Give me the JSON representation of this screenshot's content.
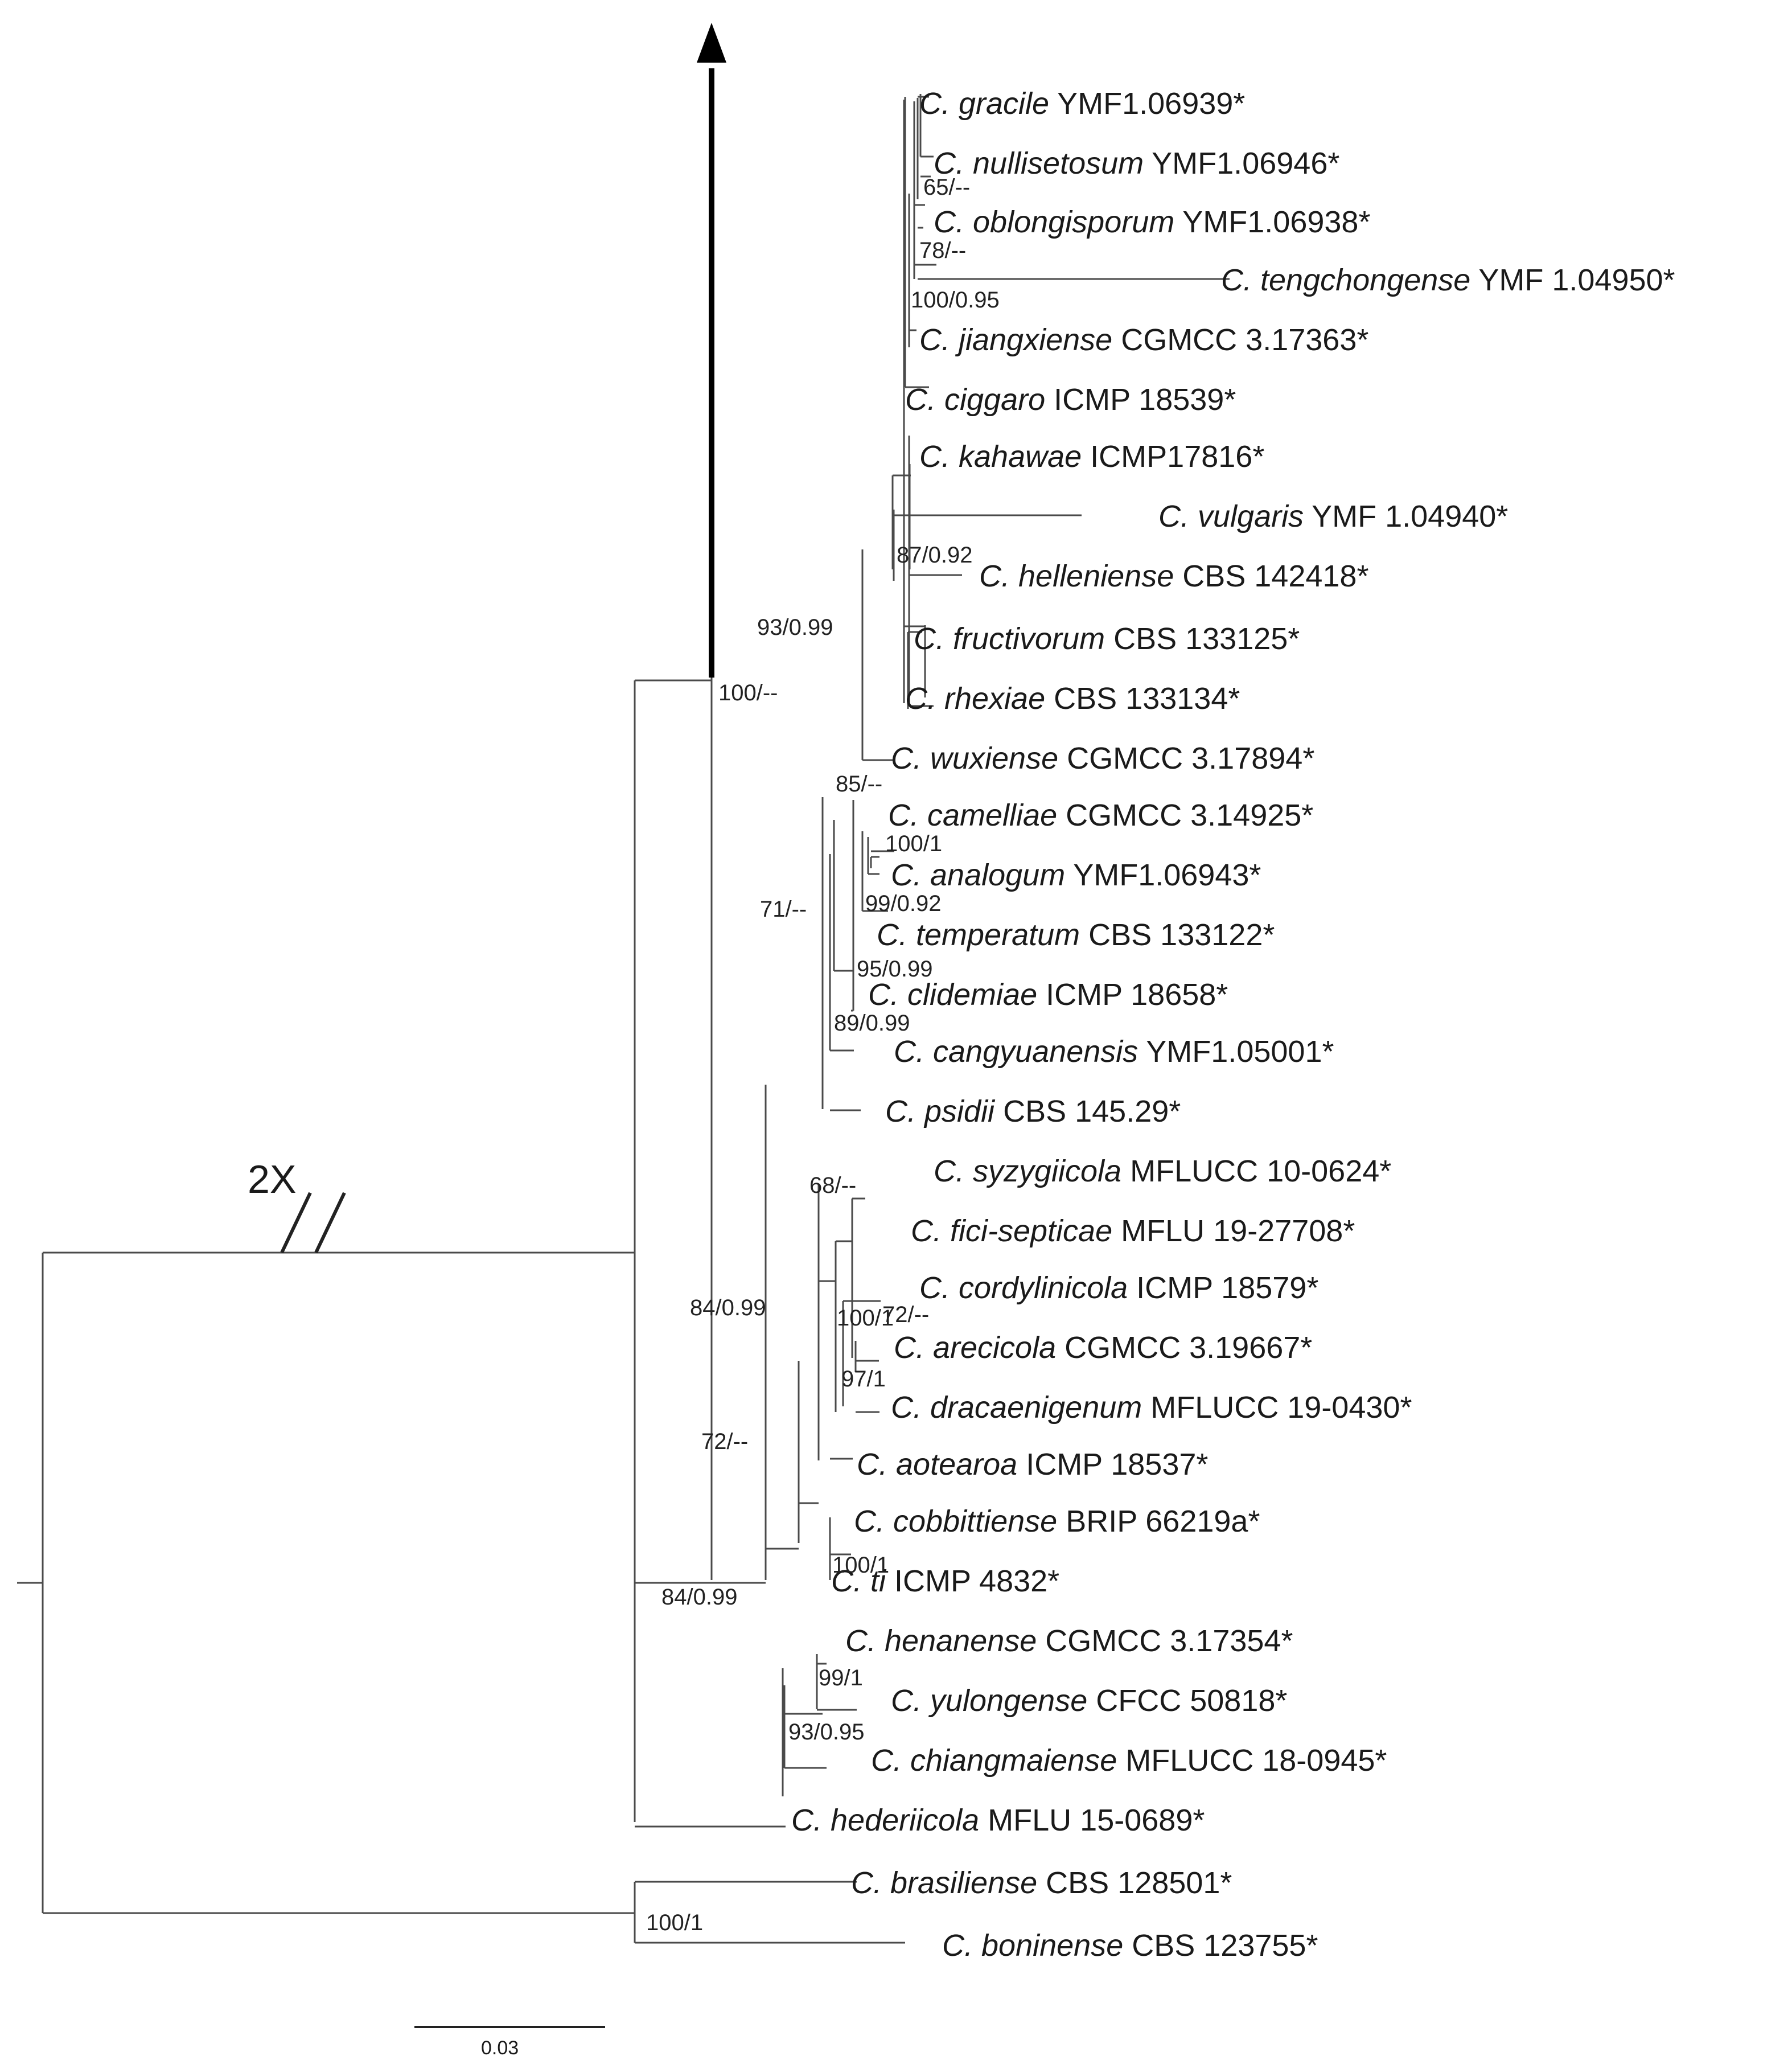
{
  "figure": {
    "break_label": "2X",
    "scale_bar_label": "0.03"
  },
  "colors": {
    "branch": "#4a4a4a",
    "text": "#1a1a1a",
    "arrow": "#000000"
  },
  "taxa": [
    {
      "genus": "C. gracile",
      "strain": "YMF1.06939*"
    },
    {
      "genus": "C. nullisetosum",
      "strain": "YMF1.06946*"
    },
    {
      "genus": "C. oblongisporum",
      "strain": "YMF1.06938*"
    },
    {
      "genus": "C. tengchongense",
      "strain": "YMF 1.04950*"
    },
    {
      "genus": "C. jiangxiense",
      "strain": "CGMCC 3.17363*"
    },
    {
      "genus": "C. ciggaro",
      "strain": "ICMP 18539*"
    },
    {
      "genus": "C. kahawae",
      "strain": "ICMP17816*"
    },
    {
      "genus": "C. vulgaris",
      "strain": "YMF 1.04940*"
    },
    {
      "genus": "C. helleniense",
      "strain": "CBS 142418*"
    },
    {
      "genus": "C. fructivorum",
      "strain": "CBS 133125*"
    },
    {
      "genus": "C. rhexiae",
      "strain": "CBS 133134*"
    },
    {
      "genus": "C. wuxiense",
      "strain": "CGMCC 3.17894*"
    },
    {
      "genus": "C. camelliae",
      "strain": "CGMCC 3.14925*"
    },
    {
      "genus": "C. analogum",
      "strain": "YMF1.06943*"
    },
    {
      "genus": "C. temperatum",
      "strain": "CBS 133122*"
    },
    {
      "genus": "C. clidemiae",
      "strain": "ICMP 18658*"
    },
    {
      "genus": "C. cangyuanensis",
      "strain": "YMF1.05001*"
    },
    {
      "genus": "C. psidii",
      "strain": "CBS 145.29*"
    },
    {
      "genus": "C. syzygiicola",
      "strain": "MFLUCC 10-0624*"
    },
    {
      "genus": "C. fici-septicae",
      "strain": "MFLU 19-27708*"
    },
    {
      "genus": "C. cordylinicola",
      "strain": "ICMP 18579*"
    },
    {
      "genus": "C. arecicola",
      "strain": "CGMCC 3.19667*"
    },
    {
      "genus": "C. dracaenigenum",
      "strain": "MFLUCC 19-0430*"
    },
    {
      "genus": "C. aotearoa",
      "strain": "ICMP 18537*"
    },
    {
      "genus": "C. cobbittiense",
      "strain": "BRIP 66219a*"
    },
    {
      "genus": "C. ti",
      "strain": "ICMP 4832*"
    },
    {
      "genus": "C. henanense",
      "strain": "CGMCC 3.17354*"
    },
    {
      "genus": "C. yulongense",
      "strain": "CFCC 50818*"
    },
    {
      "genus": "C. chiangmaiense",
      "strain": "MFLUCC 18-0945*"
    },
    {
      "genus": "C. hederiicola",
      "strain": "MFLU 15-0689*"
    },
    {
      "genus": "C. brasiliense",
      "strain": "CBS 128501*"
    },
    {
      "genus": "C. boninense",
      "strain": "CBS 123755*"
    }
  ],
  "support_values": [
    "65/--",
    "78/--",
    "100/0.95",
    "87/0.92",
    "93/0.99",
    "100/--",
    "85/--",
    "100/1",
    "99/0.92",
    "71/--",
    "95/0.99",
    "89/0.99",
    "68/--",
    "100/1",
    "84/0.99",
    "72/--",
    "97/1",
    "72/--",
    "100/1",
    "84/0.99",
    "99/1",
    "93/0.95",
    "100/1"
  ]
}
